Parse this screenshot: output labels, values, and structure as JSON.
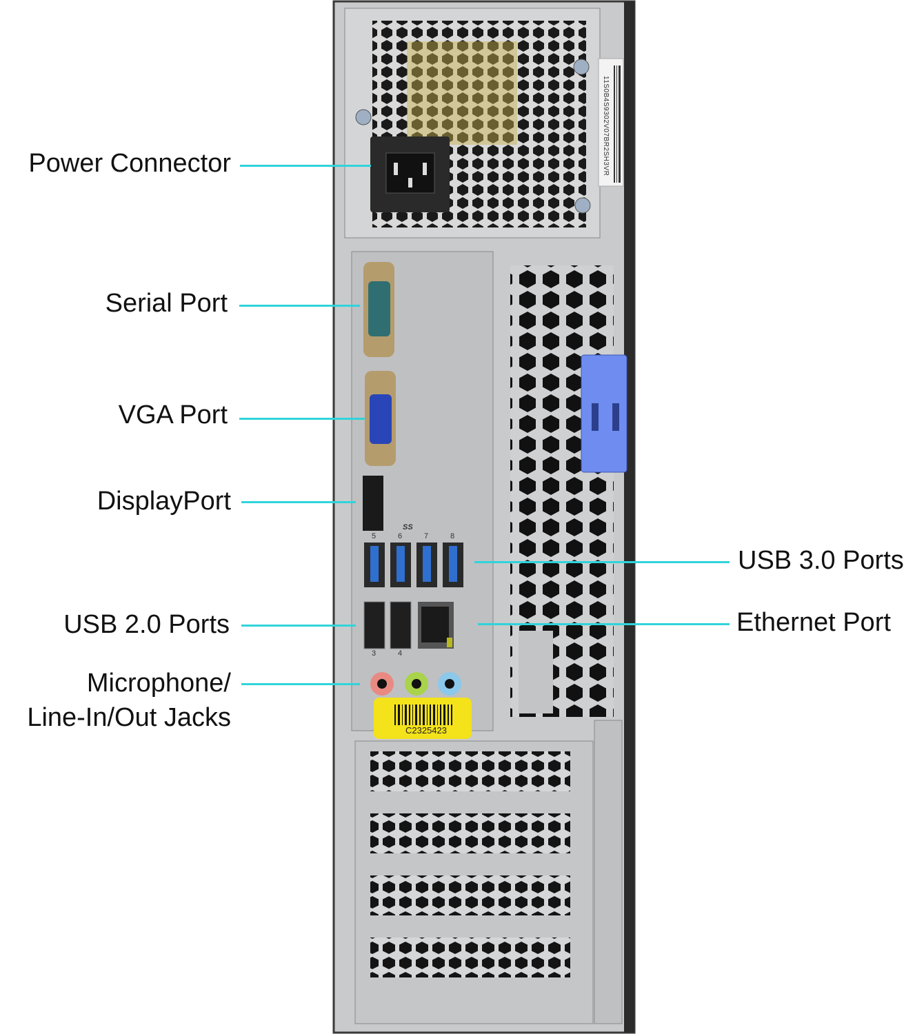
{
  "callouts": {
    "power_connector": "Power Connector",
    "serial_port": "Serial Port",
    "vga_port": "VGA Port",
    "displayport": "DisplayPort",
    "usb20_ports": "USB 2.0 Ports",
    "audio_line1": "Microphone/",
    "audio_line2": "Line-In/Out Jacks",
    "usb30_ports": "USB 3.0 Ports",
    "ethernet_port": "Ethernet Port"
  },
  "port_numbers": {
    "usb3": [
      "5",
      "6",
      "7",
      "8"
    ],
    "usb2": [
      "3",
      "4"
    ]
  },
  "usb3_logo": "SS",
  "asset_tag": "C2325423",
  "psu_label_code": "11S0B4S9302V07BR2SH3VR",
  "colors": {
    "callout_line": "#2fd4da",
    "chassis": "#c9cacc",
    "asset_tag": "#f4e21a",
    "latch": "#6f8df0"
  }
}
